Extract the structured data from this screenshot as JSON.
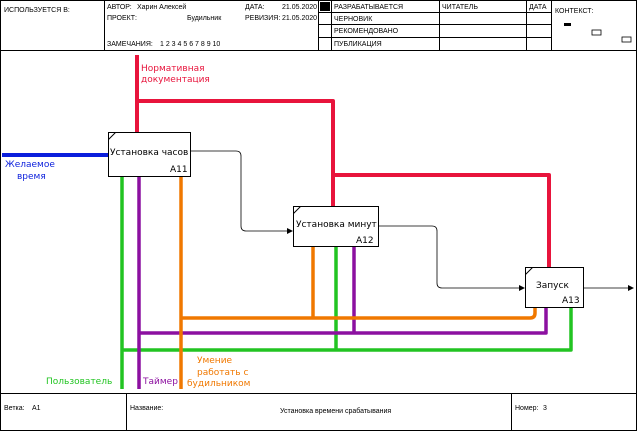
{
  "header": {
    "used_in": "ИСПОЛЬЗУЕТСЯ В:",
    "author_label": "АВТОР:",
    "author": "Харин Алексей",
    "project_label": "ПРОЕКТ:",
    "project": "Будильник",
    "date_label": "ДАТА:",
    "date": "21.05.2020",
    "revision_label": "РЕВИЗИЯ:",
    "revision": "21.05.2020",
    "notes_label": "ЗАМЕЧАНИЯ:",
    "notes_numbers": "1  2  3  4  5  6  7  8  9  10",
    "status_working": "РАЗРАБАТЫВАЕТСЯ",
    "status_draft": "ЧЕРНОВИК",
    "status_recommended": "РЕКОМЕНДОВАНО",
    "status_publication": "ПУБЛИКАЦИЯ",
    "reader_label": "ЧИТАТЕЛЬ",
    "reader_date_label": "ДАТА",
    "context_label": "КОНТЕКСТ:"
  },
  "diagram": {
    "boxes": [
      {
        "label": "Установка часов",
        "id": "A11"
      },
      {
        "label": "Установка минут",
        "id": "A12"
      },
      {
        "label": "Запуск",
        "id": "A13"
      }
    ],
    "arrows": {
      "control_docs_line1": "Нормативная",
      "control_docs_line2": "документация",
      "input_time_line1": "Желаемое",
      "input_time_line2": "время",
      "mech_user": "Пользователь",
      "mech_timer": "Таймер",
      "mech_skill_line1": "Умение",
      "mech_skill_line2": "работать с",
      "mech_skill_line3": "будильником"
    },
    "colors": {
      "red": "#e8143c",
      "blue": "#0a1edc",
      "green": "#22c422",
      "purple": "#8c10a0",
      "orange": "#f07800",
      "black": "#000000"
    }
  },
  "footer": {
    "node_label": "Ветка:",
    "node": "A1",
    "title_label": "Название:",
    "title": "Установка времени срабатывания",
    "number_label": "Номер:",
    "number": "3"
  }
}
